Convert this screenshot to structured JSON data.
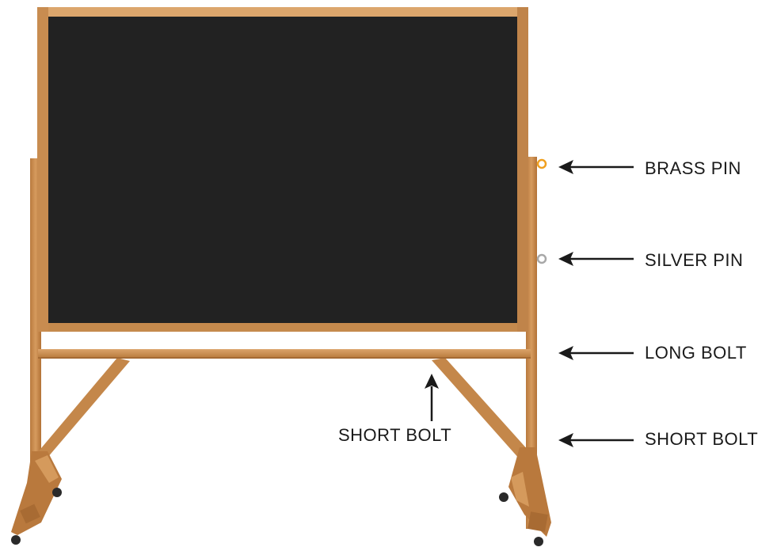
{
  "callouts": {
    "brass_pin": "BRASS PIN",
    "silver_pin": "SILVER PIN",
    "long_bolt": "LONG BOLT",
    "short_bolt_right": "SHORT BOLT",
    "short_bolt_center": "SHORT BOLT"
  },
  "colors": {
    "board": "#222222",
    "wood": "#c98f52",
    "wood_dark": "#a56a33",
    "brass_pin": "#f0a020",
    "silver_pin": "#a8a8a8",
    "arrow": "#1a1a1a",
    "caster": "#2a2a2a"
  }
}
